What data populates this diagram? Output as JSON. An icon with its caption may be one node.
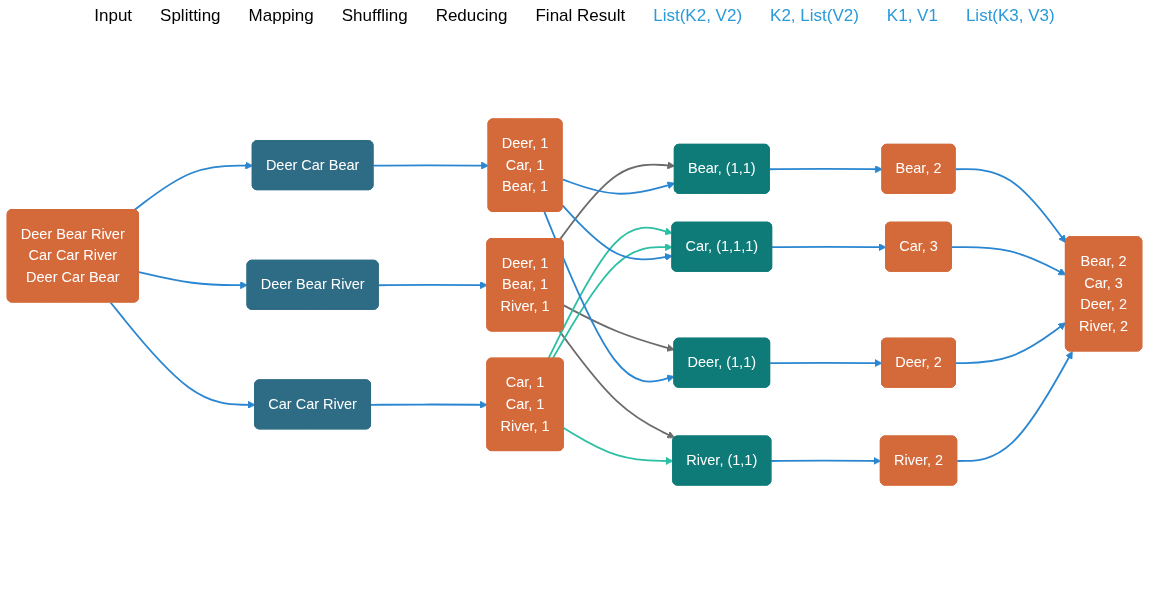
{
  "diagram": {
    "nodes": [
      {
        "text": [
          "Deer Bear River",
          "Car Car River",
          "Deer Car Bear"
        ]
      },
      {
        "text": [
          "Deer Bear River"
        ]
      },
      {
        "text": [
          "Car Car River"
        ]
      },
      {
        "text": [
          "Deer Car Bear"
        ]
      },
      {
        "text": [
          "Deer, 1",
          "Bear, 1",
          "River, 1"
        ]
      },
      {
        "text": [
          "Car, 1",
          "Car, 1",
          "River, 1"
        ]
      },
      {
        "text": [
          "Deer, 1",
          "Car, 1",
          "Bear, 1"
        ]
      },
      {
        "text": [
          "Bear, (1,1)"
        ]
      },
      {
        "text": [
          "Car, (1,1,1)"
        ]
      },
      {
        "text": [
          "Deer, (1,1)"
        ]
      },
      {
        "text": [
          "River, (1,1)"
        ]
      },
      {
        "text": [
          "Bear, 2"
        ]
      },
      {
        "text": [
          "Car, 3"
        ]
      },
      {
        "text": [
          "Deer, 2"
        ]
      },
      {
        "text": [
          "River, 2"
        ]
      },
      {
        "text": [
          "Bear, 2",
          "Car, 3",
          "Deer, 2",
          "River, 2"
        ]
      }
    ],
    "edges": [
      {
        "from": 0,
        "to": 1,
        "arrow": "to"
      },
      {
        "from": 0,
        "to": 2,
        "arrow": "to"
      },
      {
        "from": 0,
        "to": 3,
        "arrow": "to"
      },
      {
        "from": 1,
        "to": 4,
        "arrow": "to"
      },
      {
        "from": 2,
        "to": 5,
        "arrow": "to"
      },
      {
        "from": 3,
        "to": 6,
        "arrow": "to"
      },
      {
        "from": 4,
        "to": 7,
        "arrow": "to",
        "color": "#6b6b6b"
      },
      {
        "from": 4,
        "to": 9,
        "arrow": "to",
        "color": "#6b6b6b"
      },
      {
        "from": 4,
        "to": 10,
        "arrow": "to",
        "color": "#6b6b6b"
      },
      {
        "from": 5,
        "to": 8,
        "arrow": "to",
        "color": "#2bbfa4"
      },
      {
        "from": 5,
        "to": 8,
        "arrow": "to",
        "color": "#2bbfa4"
      },
      {
        "from": 5,
        "to": 10,
        "arrow": "to",
        "color": "#2bbfa4"
      },
      {
        "from": 6,
        "to": 7,
        "arrow": "to"
      },
      {
        "from": 6,
        "to": 8,
        "arrow": "to"
      },
      {
        "from": 6,
        "to": 9,
        "arrow": "to"
      },
      {
        "from": 7,
        "to": 11,
        "arrow": "to"
      },
      {
        "from": 8,
        "to": 12,
        "arrow": "to"
      },
      {
        "from": 9,
        "to": 13,
        "arrow": "to"
      },
      {
        "from": 10,
        "to": 14,
        "arrow": "to"
      },
      {
        "from": 11,
        "to": 15,
        "arrow": "to"
      },
      {
        "from": 12,
        "to": 15,
        "arrow": "to"
      },
      {
        "from": 13,
        "to": 15,
        "arrow": "to"
      },
      {
        "from": 14,
        "to": 15,
        "arrow": "to"
      }
    ],
    "labels": [
      "Input",
      "Splitting",
      "Mapping",
      "Shuffling",
      "Reducing",
      "Final Result",
      "List(K2, V2)",
      "K2, List(V2)",
      "K1, V1",
      "List(K3, V3)"
    ]
  }
}
